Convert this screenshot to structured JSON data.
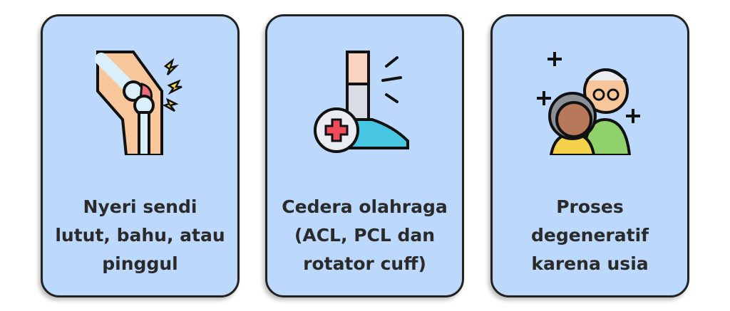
{
  "cards": [
    {
      "icon": "knee-pain-icon",
      "lines": [
        "Nyeri sendi",
        "lutut, bahu, atau",
        "pinggul"
      ]
    },
    {
      "icon": "sports-injury-icon",
      "lines": [
        "Cedera olahraga",
        "(ACL, PCL dan",
        "rotator cuff)"
      ]
    },
    {
      "icon": "elderly-couple-icon",
      "lines": [
        "Proses",
        "degeneratif",
        "karena usia"
      ]
    }
  ],
  "colors": {
    "card": "#bcd9fb",
    "border": "#222222"
  }
}
